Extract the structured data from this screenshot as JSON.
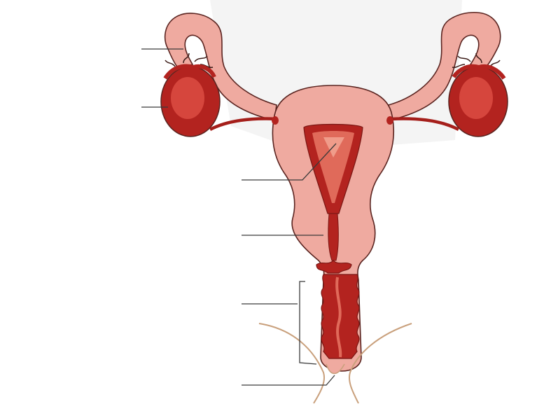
{
  "diagram": {
    "labels": [],
    "colors": {
      "tissue": "#efaaa0",
      "tissue_outline": "#5a2420",
      "organ_dark": "#b3231f",
      "organ_mid": "#d6463d",
      "cavity_light": "#e06a5a",
      "background_panel": "#f4f4f4",
      "skin_line": "#c9a07c",
      "leader_line": "#3a3a3a"
    },
    "structures": [
      "left-fallopian-tube",
      "right-fallopian-tube",
      "left-ovary",
      "right-ovary",
      "uterus",
      "uterine-cavity",
      "cervical-canal",
      "vagina",
      "vaginal-opening"
    ],
    "leader_line_count": 6
  }
}
